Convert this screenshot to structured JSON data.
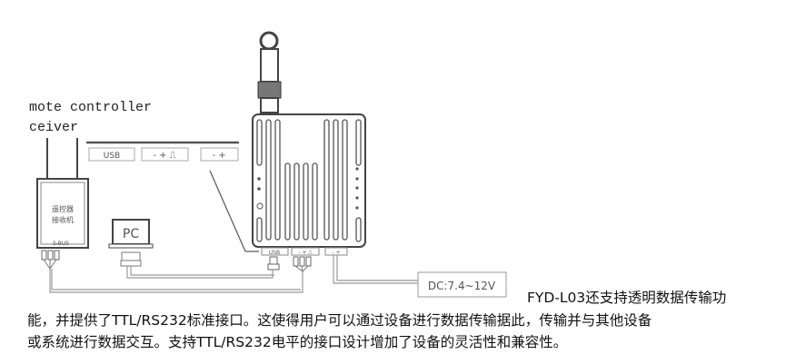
{
  "diagram": {
    "caption_line1": "mote controller",
    "caption_line2": "ceiver",
    "receiver_label_line1": "遥控器",
    "receiver_label_line2": "接收机",
    "receiver_port": "S-BUS",
    "legend_usb": "USB",
    "legend_ttl": "- + ⎍",
    "legend_power": "- +",
    "pc_label": "PC",
    "port_usb": "USB",
    "port_ttl": "- + ⎍",
    "port_power": "- +",
    "power_label": "DC:7.4~12V"
  },
  "paragraph": {
    "line1": "FYD-L03还支持透明数据传输功",
    "line2": "能，并提供了TTL/RS232标准接口。这使得用户可以通过设备进行数据传输据此，传输并与其他设备",
    "line3": "或系统进行数据交互。支持TTL/RS232电平的接口设计增加了设备的灵活性和兼容性。"
  }
}
